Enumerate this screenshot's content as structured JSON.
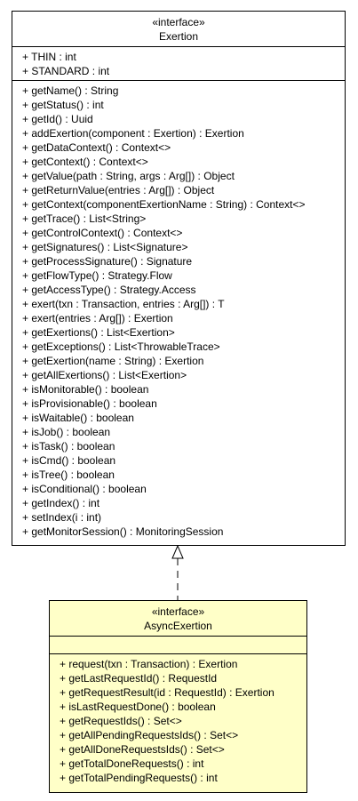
{
  "exertion": {
    "stereotype": "«interface»",
    "name": "Exertion",
    "attributes": [
      "+ THIN : int",
      "+ STANDARD : int"
    ],
    "operations": [
      "+ getName() : String",
      "+ getStatus() : int",
      "+ getId() : Uuid",
      "+ addExertion(component : Exertion) : Exertion",
      "+ getDataContext() : Context<>",
      "+ getContext() : Context<>",
      "+ getValue(path : String, args : Arg[]) : Object",
      "+ getReturnValue(entries : Arg[]) : Object",
      "+ getContext(componentExertionName : String) : Context<>",
      "+ getTrace() : List<String>",
      "+ getControlContext() : Context<>",
      "+ getSignatures() : List<Signature>",
      "+ getProcessSignature() : Signature",
      "+ getFlowType() : Strategy.Flow",
      "+ getAccessType() : Strategy.Access",
      "+ exert(txn : Transaction, entries : Arg[]) : T",
      "+ exert(entries : Arg[]) : Exertion",
      "+ getExertions() : List<Exertion>",
      "+ getExceptions() : List<ThrowableTrace>",
      "+ getExertion(name : String) : Exertion",
      "+ getAllExertions() : List<Exertion>",
      "+ isMonitorable() : boolean",
      "+ isProvisionable() : boolean",
      "+ isWaitable() : boolean",
      "+ isJob() : boolean",
      "+ isTask() : boolean",
      "+ isCmd() : boolean",
      "+ isTree() : boolean",
      "+ isConditional() : boolean",
      "+ getIndex() : int",
      "+ setIndex(i : int)",
      "+ getMonitorSession() : MonitoringSession"
    ]
  },
  "async_exertion": {
    "stereotype": "«interface»",
    "name": "AsyncExertion",
    "operations": [
      "+ request(txn : Transaction) : Exertion",
      "+ getLastRequestId() : RequestId",
      "+ getRequestResult(id : RequestId) : Exertion",
      "+ isLastRequestDone() : boolean",
      "+ getRequestIds() : Set<>",
      "+ getAllPendingRequestsIds() : Set<>",
      "+ getAllDoneRequestsIds() : Set<>",
      "+ getTotalDoneRequests() : int",
      "+ getTotalPendingRequests() : int"
    ]
  },
  "colors": {
    "interface_fill": "#ffffff",
    "highlight_fill": "#ffffc8",
    "line": "#000000"
  }
}
